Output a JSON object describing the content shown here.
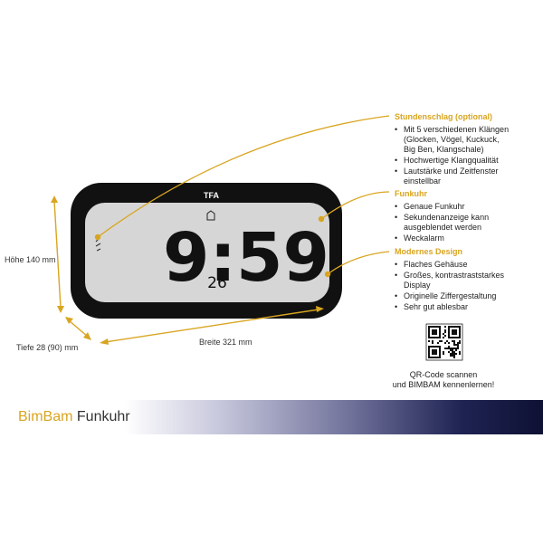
{
  "brand": {
    "logo": "TFA",
    "name_accent": "BimBam",
    "name_rest": "Funkuhr"
  },
  "clock_display": {
    "time": "9:59",
    "seconds": "26"
  },
  "dimensions": {
    "height": "Höhe 140 mm",
    "depth": "Tiefe 28 (90) mm",
    "width": "Breite 321 mm"
  },
  "features": [
    {
      "title": "Stundenschlag (optional)",
      "items": [
        "Mit 5 verschiedenen Klängen (Glocken, Vögel, Kuckuck, Big Ben, Klangschale)",
        "Hochwertige Klangqualität",
        "Lautstärke und Zeitfenster einstellbar"
      ]
    },
    {
      "title": "Funkuhr",
      "items": [
        "Genaue Funkuhr",
        "Sekundenanzeige kann ausgeblendet werden",
        "Weckalarm"
      ]
    },
    {
      "title": "Modernes Design",
      "items": [
        "Flaches Gehäuse",
        "Großes, kontrastraststarkes Display",
        "Originelle Ziffergestaltung",
        "Sehr gut ablesbar"
      ]
    }
  ],
  "qr_caption": {
    "line1": "QR-Code scannen",
    "line2": "und BIMBAM kennenlernen!"
  },
  "colors": {
    "accent": "#d9a520",
    "banner_dark": "#0e1133",
    "clock_body": "#111111",
    "lcd": "#d6d6d6"
  }
}
